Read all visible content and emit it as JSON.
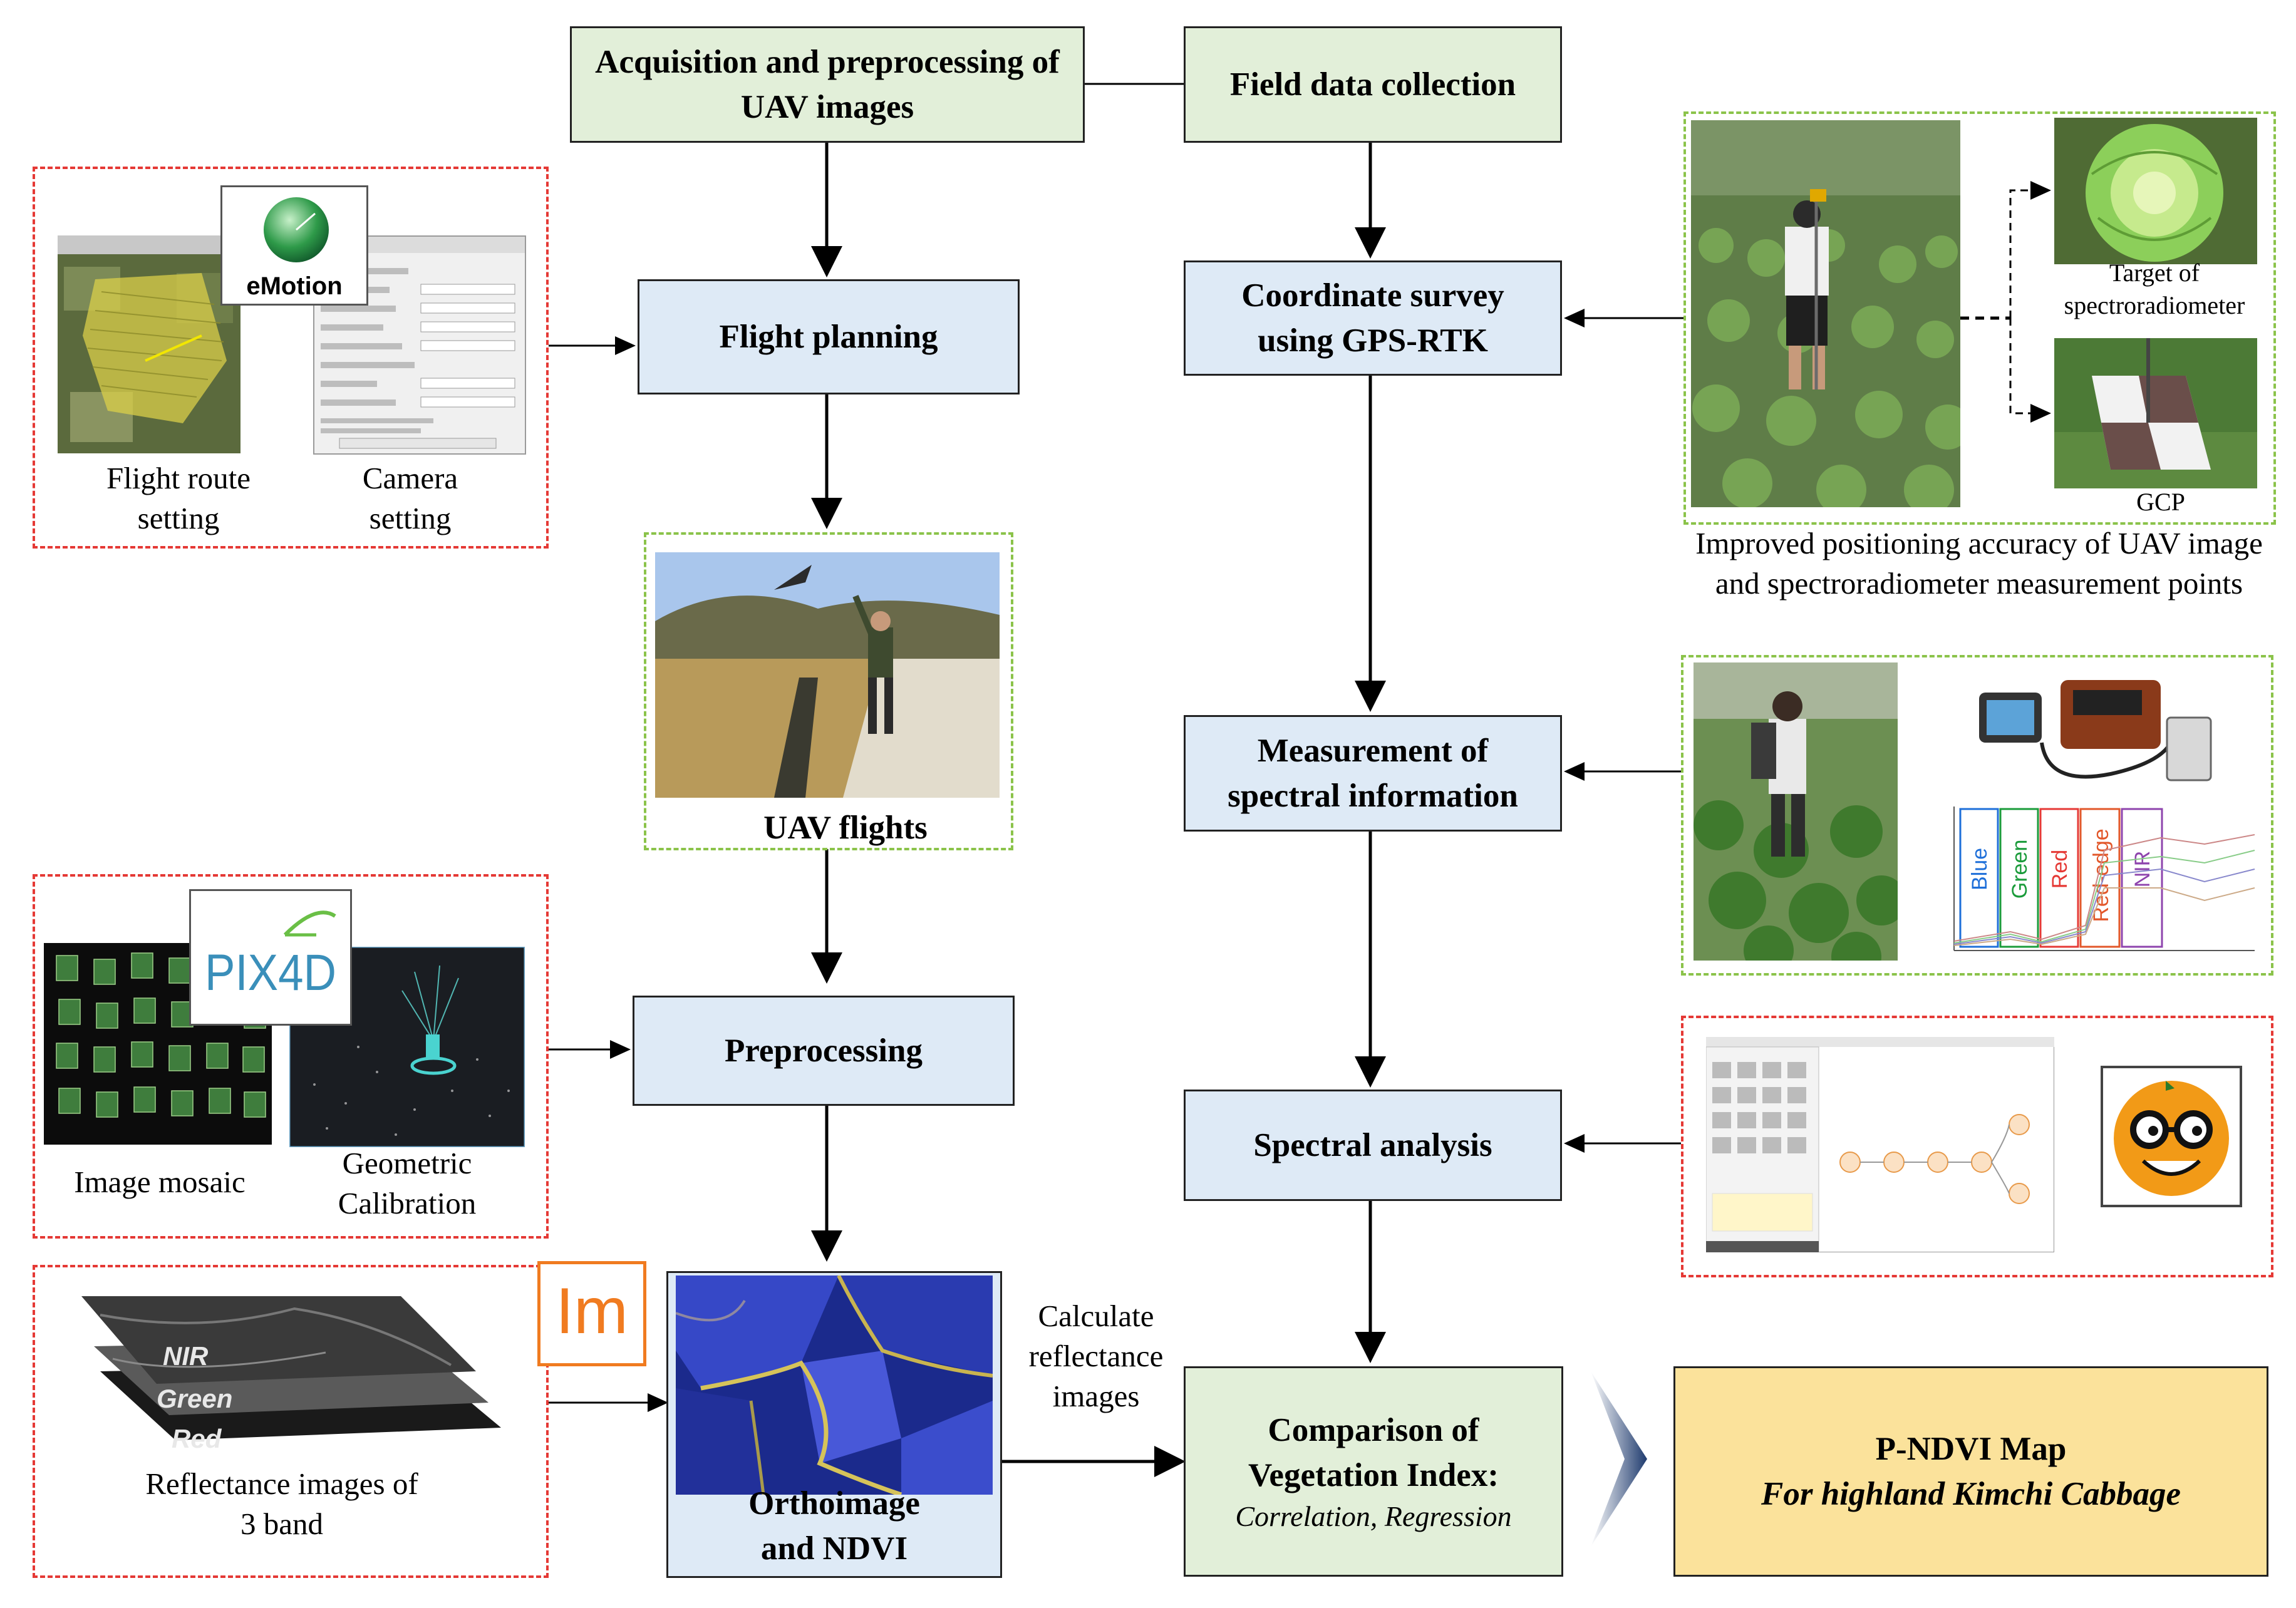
{
  "nodes": {
    "acquisition": "Acquisition and preprocessing of UAV images",
    "field": "Field data collection",
    "flight_planning": "Flight planning",
    "coordinate_survey": "Coordinate survey using GPS-RTK",
    "uav_flights": "UAV flights",
    "measurement": "Measurement of spectral information",
    "preprocessing": "Preprocessing",
    "spectral_analysis": "Spectral analysis",
    "orthoimage": "Orthoimage and NDVI",
    "comparison_title": "Comparison of Vegetation Index:",
    "comparison_sub": "Correlation, Regression",
    "pndvi_title": "P-NDVI Map",
    "pndvi_sub": "For highland Kimchi Cabbage"
  },
  "captions": {
    "flight_route": "Flight route setting",
    "camera": "Camera setting",
    "image_mosaic": "Image mosaic",
    "geometric": "Geometric Calibration",
    "reflectance_images": "Reflectance images of 3 band",
    "calculate": "Calculate reflectance images",
    "target": "Target of spectroradiometer",
    "gcp": "GCP",
    "improved": "Improved positioning accuracy of UAV image and spectroradiometer measurement points"
  },
  "logos": {
    "emotion": "eMotion",
    "pix4d": "PIX4D",
    "im": "Im"
  },
  "bands": [
    "NIR",
    "Green",
    "Red"
  ],
  "spectral_bands": [
    "Blue",
    "Green",
    "Red",
    "Red-edge",
    "NIR"
  ],
  "colors": {
    "green_box": "#e2efd9",
    "blue_box": "#deeaf6",
    "yellow_box": "#fbe29b",
    "dash_red": "#e53935",
    "dash_green": "#8bc34a"
  }
}
